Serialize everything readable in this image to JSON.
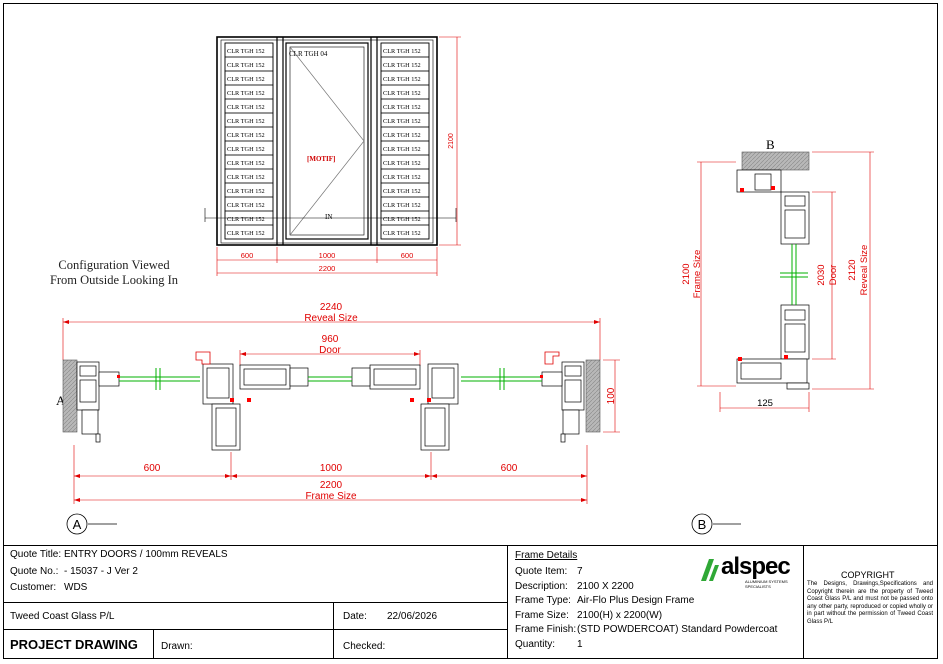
{
  "elevation": {
    "left_panel_label": "CLR TGH 152",
    "door_label": "CLR TGH 04",
    "motif_label": "[MOTIF]",
    "in_label": "IN",
    "dim_left": "600",
    "dim_center": "1000",
    "dim_right": "600",
    "dim_total": "2200",
    "dim_height": "2100"
  },
  "config_text": [
    "Configuration Viewed",
    "From Outside Looking In"
  ],
  "plan": {
    "reveal_value": "2240",
    "reveal_label": "Reveal Size",
    "door_value": "960",
    "door_label": "Door",
    "depth_value": "100",
    "dim_left": "600",
    "dim_center": "1000",
    "dim_right": "600",
    "frame_value": "2200",
    "frame_label": "Frame Size",
    "section_mark": "A",
    "callout": "A"
  },
  "section": {
    "mark": "B",
    "frame_value": "2100",
    "frame_label": "Frame Size",
    "door_value": "2030",
    "door_label": "Door",
    "reveal_value": "2120",
    "reveal_label": "Reveal Size",
    "depth_value": "125",
    "callout": "B"
  },
  "title_block": {
    "quote_title_label": "Quote Title:",
    "quote_title_value": "ENTRY DOORS / 100mm REVEALS",
    "quote_no_label": "Quote No.:",
    "quote_no_value": "- 15037 - J Ver 2",
    "customer_label": "Customer:",
    "customer_value": "WDS",
    "company": "Tweed Coast Glass P/L",
    "date_label": "Date:",
    "date_value": "22/06/2026",
    "project_drawing": "PROJECT DRAWING",
    "drawn_label": "Drawn:",
    "checked_label": "Checked:",
    "frame_details_heading": "Frame Details",
    "details": [
      {
        "label": "Quote Item:",
        "value": "7"
      },
      {
        "label": "Description:",
        "value": "2100 X 2200"
      },
      {
        "label": "Frame Type:",
        "value": "Air-Flo Plus Design Frame"
      },
      {
        "label": "Frame Size:",
        "value": "2100(H) x 2200(W)"
      },
      {
        "label": "Frame Finish:",
        "value": "(STD POWDERCOAT) Standard Powdercoat"
      },
      {
        "label": "Quantity:",
        "value": "1"
      }
    ],
    "logo_text": "alspec",
    "logo_sub": "ALUMINIUM SYSTEMS SPECIALISTS",
    "copyright_heading": "COPYRIGHT",
    "copyright_text": "The Designs, Drawings,Specifications and Copyright therein are the property of Tweed Coast Glass P/L and must not be passed onto any other party, reproduced or copied wholly or in part without the permission of Tweed Coast Glass P/L"
  },
  "colors": {
    "dimension": "#e00000",
    "glass": "#00c000",
    "seal": "#ff0000",
    "logo_green": "#2fa836"
  }
}
